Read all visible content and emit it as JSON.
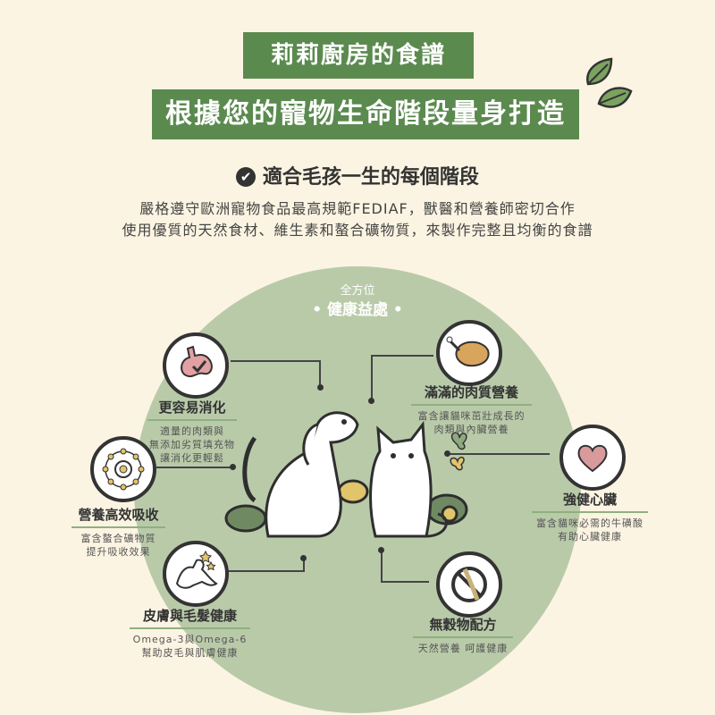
{
  "header": {
    "title": "莉莉廚房的食譜",
    "subtitle": "根據您的寵物生命階段量身打造",
    "check_heading": "適合毛孩一生的每個階段",
    "desc_line1": "嚴格遵守歐洲寵物食品最高規範FEDIAF，獸醫和營養師密切合作",
    "desc_line2": "使用優質的天然食材、維生素和螯合礦物質，來製作完整且均衡的食譜"
  },
  "center": {
    "small": "全方位",
    "big": "• 健康益處 •"
  },
  "benefits": [
    {
      "title": "更容易消化",
      "lines": [
        "適量的肉類與",
        "無添加劣質填充物",
        "讓消化更輕鬆"
      ],
      "icon": "stomach-icon"
    },
    {
      "title": "營養高效吸收",
      "lines": [
        "富含螯合礦物質",
        "提升吸收效果"
      ],
      "icon": "nutrient-orbit-icon"
    },
    {
      "title": "皮膚與毛髮健康",
      "lines": [
        "Omega-3與Omega-6",
        "幫助皮毛與肌膚健康"
      ],
      "icon": "shiny-dog-icon"
    },
    {
      "title": "滿滿的肉質營養",
      "lines": [
        "富含讓貓咪茁壯成長的",
        "肉類與內臟營養"
      ],
      "icon": "roast-chicken-icon"
    },
    {
      "title": "強健心臟",
      "lines": [
        "富含貓咪必需的牛磺酸",
        "有助心臟健康"
      ],
      "icon": "heart-icon"
    },
    {
      "title": "無穀物配方",
      "lines": [
        "天然營養 呵護健康"
      ],
      "icon": "no-grain-icon"
    }
  ],
  "colors": {
    "background": "#fcf4e2",
    "banner": "#5b8a4f",
    "circle": "#b9caa9",
    "heart": "#d99a9c"
  }
}
